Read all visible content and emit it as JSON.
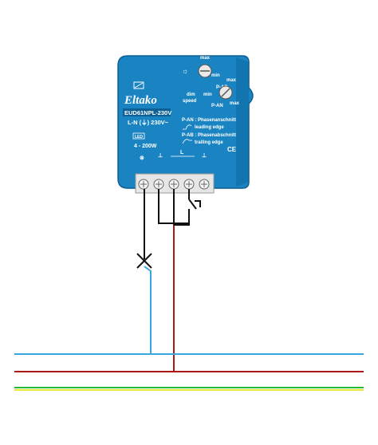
{
  "device": {
    "brand": "Eltako",
    "model": "EUD61NPL-230V",
    "voltage": "L-N (⏚) 230V~",
    "power": "4 - 200W",
    "led_label": "LED",
    "colors": {
      "body": "#1a84c2",
      "body_dark": "#0d5f94",
      "terminal_block": "#e6e6e6"
    },
    "controls": {
      "top_max": "max",
      "top_min": "min",
      "dim_label": "dim",
      "speed_label": "speed",
      "pab": "P-AB",
      "pan": "P-AN",
      "right_max": "max",
      "right_min": "min",
      "right_max2": "max"
    },
    "modes": {
      "pan_title": "P-AN : Phasenanschnitt",
      "pan_sub": "leading edge",
      "pab_title": "P-AB : Phasenabschnitt",
      "pab_sub": "trailing edge"
    },
    "ce_mark": "CE",
    "terminals": {
      "earth": "⊗",
      "t2": "⊥",
      "t3": "L",
      "t5": "⊥"
    }
  },
  "wires": {
    "colors": {
      "neutral": "#3aa6df",
      "live": "#b01818",
      "earth_green": "#22bb33",
      "earth_yellow": "#e8e83a",
      "control": "#111111"
    }
  }
}
